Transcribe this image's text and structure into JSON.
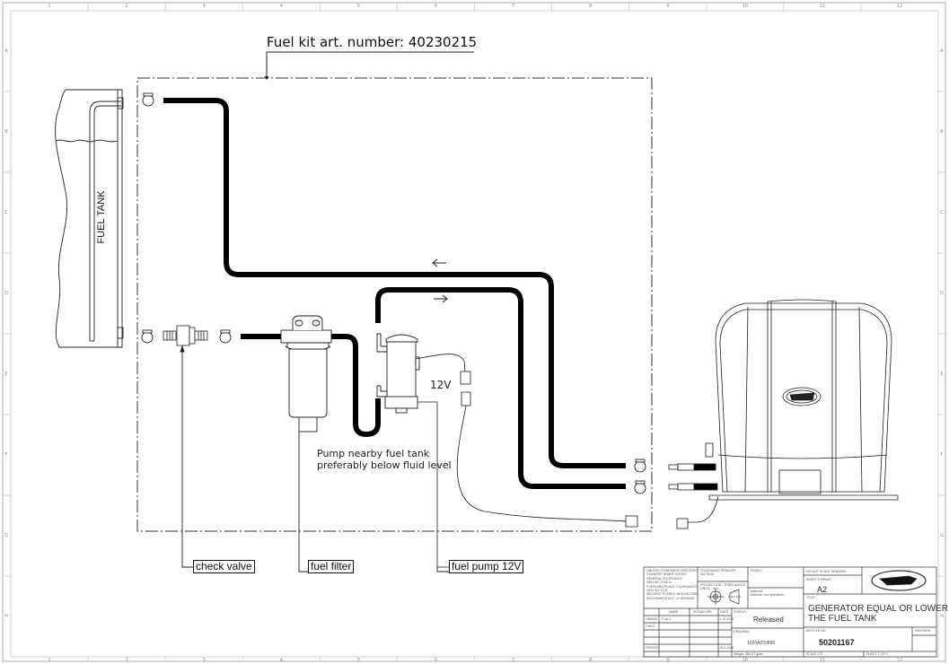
{
  "drawing": {
    "kit_label": "Fuel kit art. number:  40230215",
    "fuel_tank_label": "FUEL TANK",
    "voltage_label": "12V",
    "note_lines": [
      "Pump nearby fuel tank",
      "preferably below fluid level"
    ],
    "flow_arrows": [
      "left",
      "right"
    ],
    "callouts": {
      "check_valve": "check valve",
      "fuel_filter": "fuel filter",
      "fuel_pump": "fuel pump 12V"
    }
  },
  "grid": {
    "columns": [
      "1",
      "2",
      "3",
      "4",
      "5",
      "6",
      "7",
      "8",
      "9",
      "10",
      "11",
      "12"
    ],
    "rows": [
      "A",
      "B",
      "C",
      "D",
      "E",
      "F",
      "G",
      "H"
    ]
  },
  "title_block": {
    "general_notes": [
      "UNLESS OTHERWISE SPECIFIED:",
      "CHAMFER SHARP EDGES",
      "GENERAL TOLERANCE",
      "NEN ISO 2768-m",
      "FORM AND PLACE TOLERANCES",
      "NEN ISO 1101",
      "WELDING SYMBOL NEN EN 22553",
      "ROUGHNESS ACC. to NEN0606"
    ],
    "tolerance_principle_label": "TOLERANCE PRINCIPE",
    "tolerance_principle_value": "ISO 8015",
    "projection_label": "PROJECTION : THIRD ANGLE",
    "units_label": "UNITS : mm",
    "finish_label": "FINISH:",
    "finish_value": "-",
    "material_label": "Material:",
    "material_value": "Material <not specified>",
    "do_not_scale": "DO NOT SCALE DRAWING",
    "sheet_format_label": "SHEET FORMAT:",
    "sheet_format": "A2",
    "title_label": "TITLE:",
    "title_lines": [
      "GENERATOR EQUAL OR LOWER",
      "THE FUEL TANK"
    ],
    "status_label": "STATUS:",
    "status": "Released",
    "columns": [
      "NAME",
      "SIGNATURE",
      "DATE"
    ],
    "rows": [
      {
        "role": "DRAWN",
        "name": "P vd V",
        "signature": "",
        "date": "3-10-2012"
      },
      {
        "role": "CHK'D",
        "name": "",
        "signature": "",
        "date": ""
      },
      {
        "role": "",
        "name": "",
        "signature": "",
        "date": ""
      },
      {
        "role": "",
        "name": "",
        "signature": "",
        "date": ""
      },
      {
        "role": "PRINTED",
        "name": "",
        "signature": "",
        "date": "25-3-2020"
      }
    ],
    "drawing_no_label": "DRAWING:",
    "drawing_no": "1020A259895",
    "weight": "Weight: 386.87 gram",
    "article_label": "ARTICLE NO:",
    "article_no": "50201167",
    "revision_label": "REVISION",
    "scale": "SCALE:1:5",
    "sheet": "SHEET 1 OF 1"
  }
}
